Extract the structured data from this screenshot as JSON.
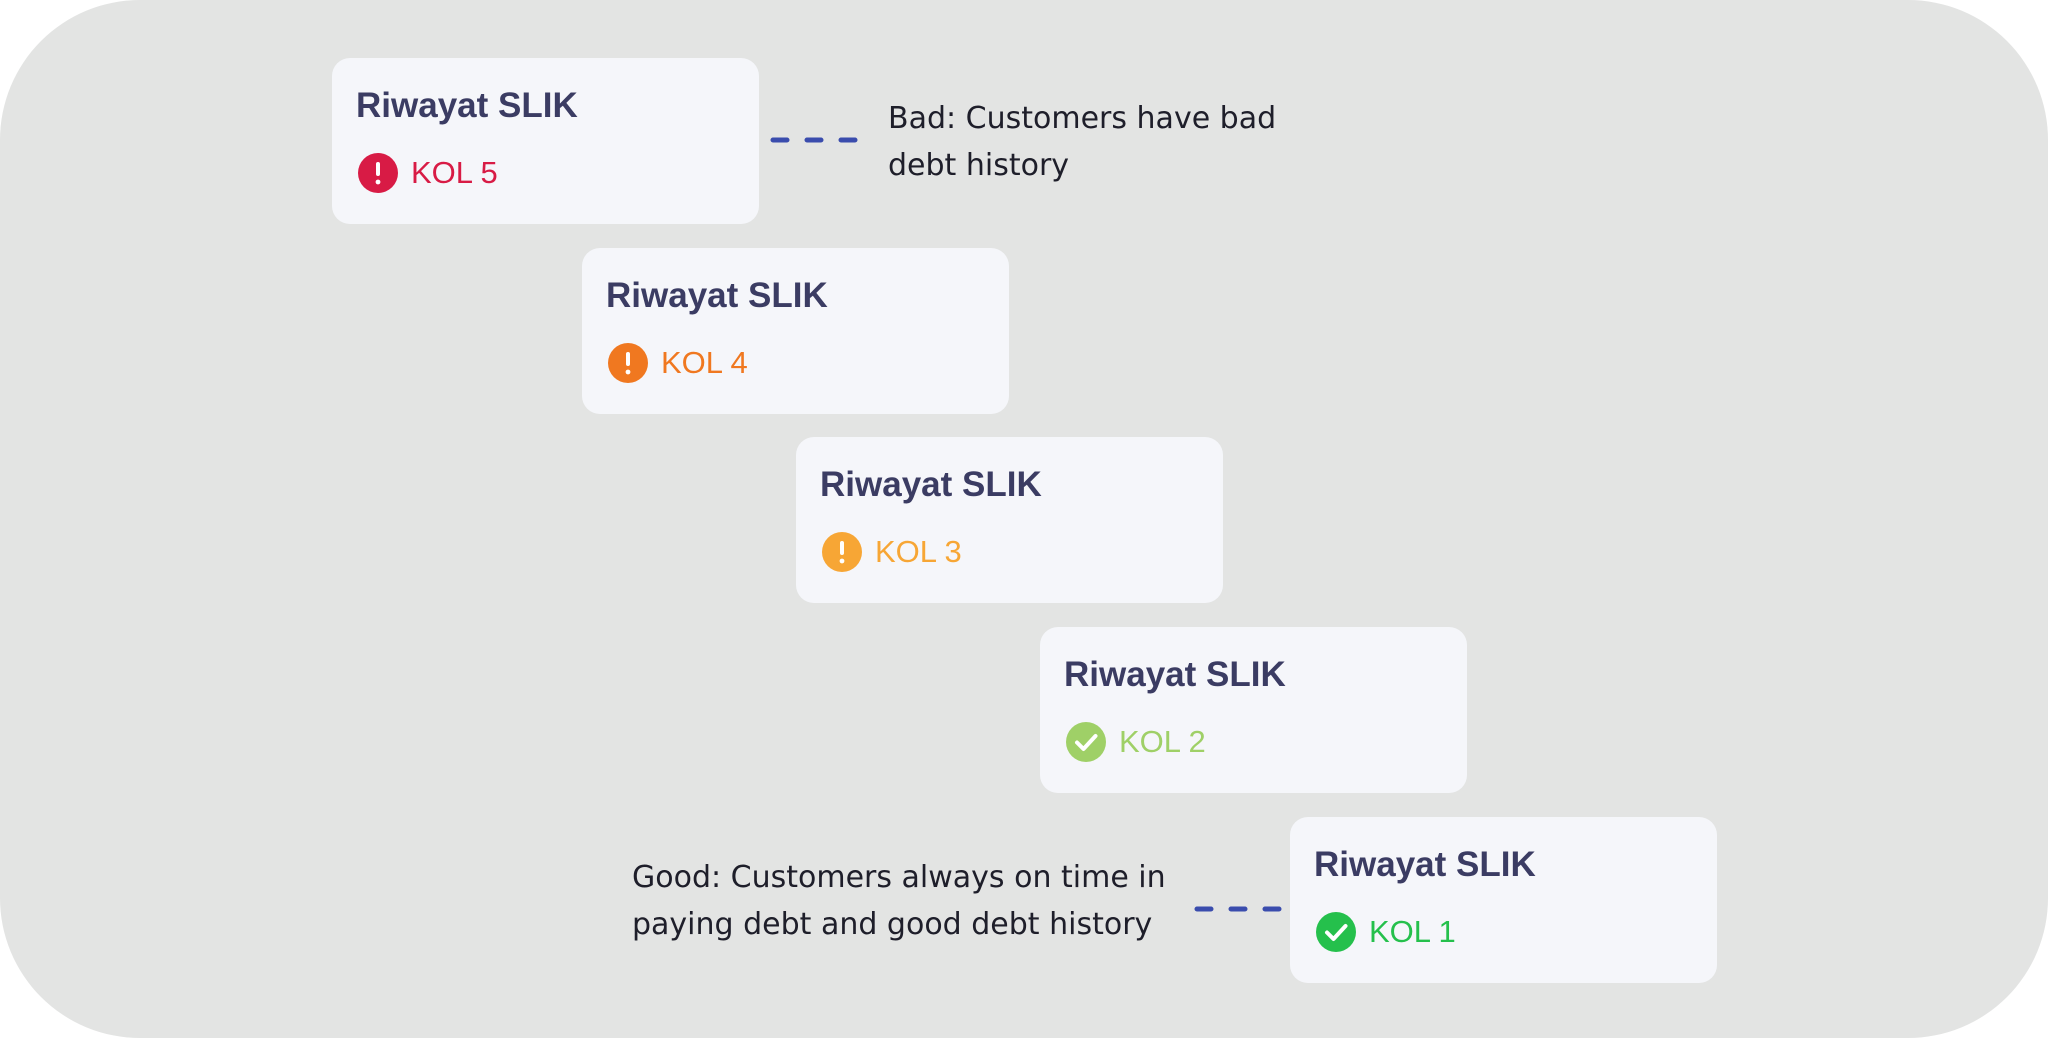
{
  "cards": [
    {
      "title": "Riwayat SLIK",
      "status": "KOL 5",
      "icon": "alert-icon",
      "color": "#d81b45"
    },
    {
      "title": "Riwayat SLIK",
      "status": "KOL 4",
      "icon": "alert-icon",
      "color": "#f07820"
    },
    {
      "title": "Riwayat SLIK",
      "status": "KOL 3",
      "icon": "alert-icon",
      "color": "#f7a635"
    },
    {
      "title": "Riwayat SLIK",
      "status": "KOL 2",
      "icon": "check-icon",
      "color": "#9fd067"
    },
    {
      "title": "Riwayat SLIK",
      "status": "KOL 1",
      "icon": "check-icon",
      "color": "#25c04c"
    }
  ],
  "notes": {
    "bad": {
      "line1": "Bad: Customers have bad",
      "line2": "debt history"
    },
    "good": {
      "line1": "Good: Customers always on time in",
      "line2": "paying debt and good debt history"
    }
  },
  "colors": {
    "background": "#e3e4e3",
    "card": "#f5f6fa",
    "title": "#3b3c63",
    "connector": "#3a4cad"
  }
}
